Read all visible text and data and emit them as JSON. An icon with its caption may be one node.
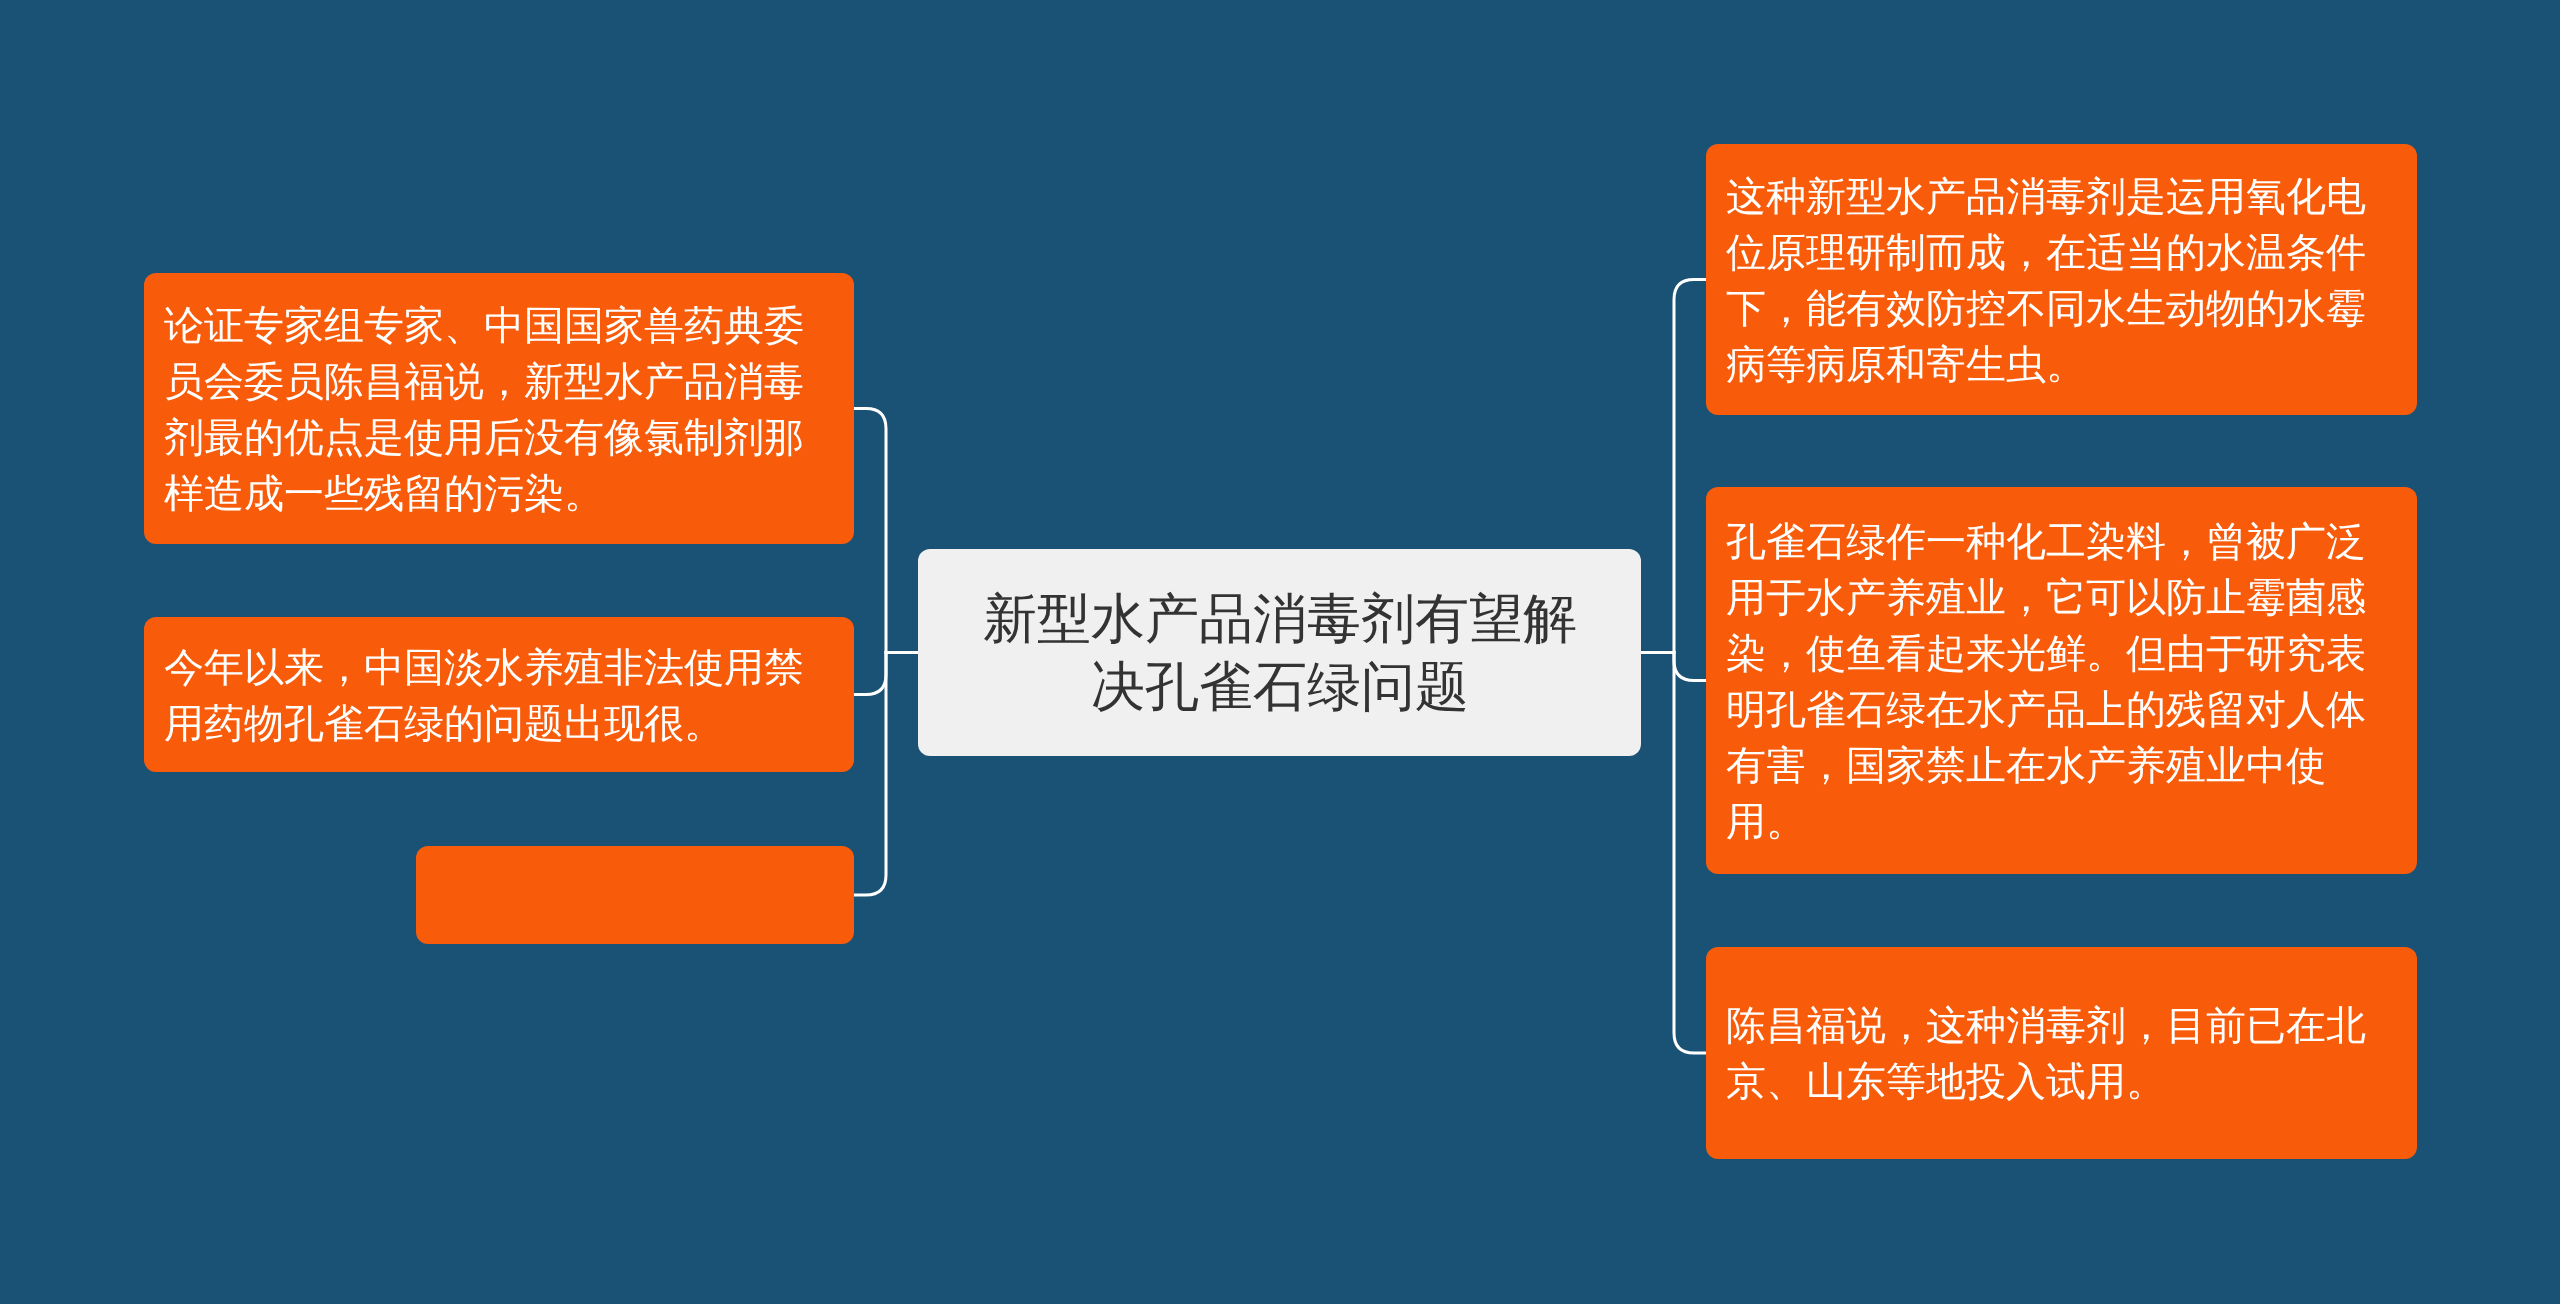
{
  "diagram": {
    "nodes": [
      {
        "text": [
          "新型水产品消毒剂有望解决孔雀石绿问题"
        ]
      },
      {
        "text": [
          "论证专家组专家、中国国家兽药典委员会委员陈昌福说，新型水产品消毒剂最的优点是使用后没有像氯制剂那样造成一些残留的污染。"
        ]
      },
      {
        "text": [
          "今年以来，中国淡水养殖非法使用禁用药物孔雀石绿的问题出现很。"
        ]
      },
      {
        "text": [],
        "shape": "box"
      },
      {
        "text": [
          "这种新型水产品消毒剂是运用氧化电位原理研制而成，在适当的水温条件下，能有效防控不同水生动物的水霉病等病原和寄生虫。"
        ]
      },
      {
        "text": [
          "孔雀石绿作一种化工染料，曾被广泛用于水产养殖业，它可以防止霉菌感染，使鱼看起来光鲜。但由于研究表明孔雀石绿在水产品上的残留对人体有害，国家禁止在水产养殖业中使用。"
        ]
      },
      {
        "text": [
          "陈昌福说，这种消毒剂，目前已在北京、山东等地投入试用。"
        ]
      }
    ],
    "edges": [
      {
        "from": 0,
        "to": 1,
        "arrow": "none"
      },
      {
        "from": 0,
        "to": 2,
        "arrow": "none"
      },
      {
        "from": 0,
        "to": 3,
        "arrow": "none"
      },
      {
        "from": 0,
        "to": 4,
        "arrow": "none"
      },
      {
        "from": 0,
        "to": 5,
        "arrow": "none"
      },
      {
        "from": 0,
        "to": 6,
        "arrow": "none"
      }
    ]
  }
}
